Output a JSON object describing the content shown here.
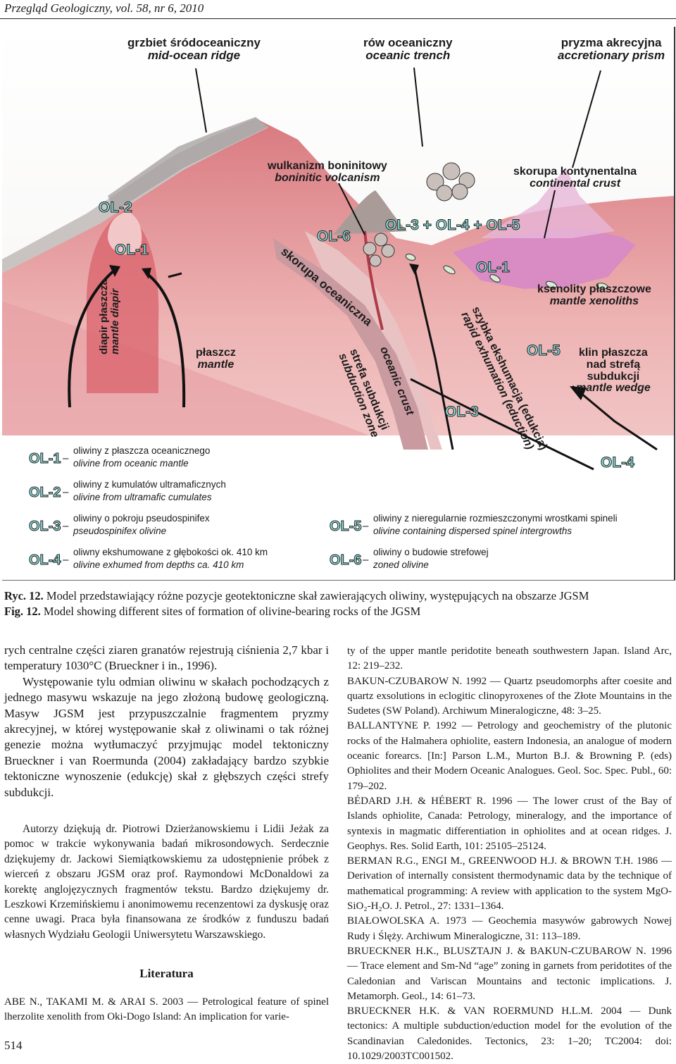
{
  "running_head": "Przegląd Geologiczny, vol. 58, nr 6, 2010",
  "figure": {
    "labels": {
      "ridge_pl": "grzbiet śródoceaniczny",
      "ridge_en": "mid-ocean ridge",
      "trench_pl": "rów oceaniczny",
      "trench_en": "oceanic trench",
      "prism_pl": "pryzma akrecyjna",
      "prism_en": "accretionary prism",
      "volc_pl": "wulkanizm boninitowy",
      "volc_en": "boninitic volcanism",
      "cont_pl": "skorupa kontynentalna",
      "cont_en": "continental crust",
      "diapir_pl": "diapir płaszcza",
      "diapir_en": "mantle diapir",
      "mantle_pl": "płaszcz",
      "mantle_en": "mantle",
      "ocrust_pl": "skorupa oceaniczna",
      "ocrust_en": "oceanic crust",
      "subd_pl": "strefa subdukcji",
      "subd_en": "subduction zone",
      "exh_pl": "szybka ekshumacja (edukcja)",
      "exh_en": "rapid exhumation (eduction)",
      "xen_pl": "ksenolity płaszczowe",
      "xen_en": "mantle xenoliths",
      "wedge_pl1": "klin płaszcza",
      "wedge_pl2": "nad strefą",
      "wedge_pl3": "subdukcji",
      "wedge_en": "mantle wedge"
    },
    "tags": {
      "ol1": "OL-1",
      "ol2": "OL-2",
      "ol3": "OL-3",
      "ol4": "OL-4",
      "ol5": "OL-5",
      "ol6": "OL-6",
      "ol345": "OL-3 + OL-4 + OL-5"
    },
    "legend": [
      {
        "tag": "OL-1",
        "pl": "oliwiny z płaszcza oceanicznego",
        "en": "olivine from oceanic mantle"
      },
      {
        "tag": "OL-2",
        "pl": "oliwiny z kumulatów ultramaficznych",
        "en": "olivine from ultramafic cumulates"
      },
      {
        "tag": "OL-3",
        "pl": "oliwiny o pokroju pseudospinifex",
        "en": "pseudospinifex olivine"
      },
      {
        "tag": "OL-4",
        "pl": "oliwny ekshumowane z głębokości ok. 410 km",
        "en": "olivine exhumed from depths ca. 410 km"
      },
      {
        "tag": "OL-5",
        "pl": "oliwiny z nieregularnie rozmieszczonymi wrostkami spineli",
        "en": "olivine containing dispersed spinel intergrowths"
      },
      {
        "tag": "OL-6",
        "pl": "oliwiny o budowie strefowej",
        "en": "zoned olivine"
      }
    ],
    "colors": {
      "mantle": "#e9a6a6",
      "mantle_deep": "#d9767a",
      "crust": "#c2c2c2",
      "continent": "#d98bc4",
      "tag_fill": "#8fe2df"
    }
  },
  "caption": {
    "ryc_label": "Ryc. 12.",
    "ryc_text": "Model przedstawiający różne pozycje geotektoniczne skał zawierających oliwiny, występujących na obszarze JGSM",
    "fig_label": "Fig. 12.",
    "fig_text": "Model showing different sites of formation of olivine-bearing rocks of the JGSM"
  },
  "body": {
    "p1": "rych centralne części ziaren granatów rejestrują ciśnienia 2,7 kbar i temperatury 1030°C (Brueckner i in., 1996).",
    "p2": "Występowanie tylu odmian oliwinu w skałach pochodzących z jednego masywu wskazuje na jego złożoną budowę geologiczną. Masyw JGSM jest przypuszczalnie fragmentem pryzmy akrecyjnej, w której występowanie skał z oliwinami o tak różnej genezie można wytłumaczyć przyjmując model tektoniczny Brueckner i van Roermunda (2004) zakładający bardzo szybkie tektoniczne wynoszenie (edukcję) skał z głębszych części strefy subdukcji.",
    "ack": "Autorzy dziękują dr. Piotrowi Dzierżanowskiemu i Lidii Jeżak za pomoc w trakcie wykonywania badań mikrosondowych. Serdecznie dziękujemy dr. Jackowi Siemiątkowskiemu za udostępnienie próbek z wierceń z obszaru JGSM oraz prof. Raymondowi McDonaldowi za korektę anglojęzycznych fragmentów tekstu. Bardzo dziękujemy dr. Leszkowi Krzemińskiemu i anonimowemu recenzentowi za dyskusję oraz cenne uwagi. Praca była finansowana ze środków z funduszu badań własnych Wydziału Geologii Uniwersytetu Warszawskiego.",
    "lit_heading": "Literatura",
    "ref_abe": "ABE N., TAKAMI M. & ARAI S. 2003 — Petrological feature of spinel lherzolite xenolith from Oki-Dogo Island: An implication for varie-"
  },
  "refs_right": [
    "ty of the upper mantle peridotite beneath southwestern Japan. Island Arc, 12: 219–232.",
    "BAKUN-CZUBAROW N. 1992 — Quartz pseudomorphs after coesite and quartz exsolutions in eclogitic clinopyroxenes of the Złote Mountains in the Sudetes (SW Poland). Archiwum Mineralogiczne, 48: 3–25.",
    "BALLANTYNE P. 1992 — Petrology and geochemistry of the plutonic rocks of the Halmahera ophiolite, eastern Indonesia, an analogue of modern oceanic forearcs. [In:] Parson L.M., Murton B.J. & Browning P. (eds) Ophiolites and their Modern Oceanic Analogues. Geol. Soc. Spec. Publ., 60: 179–202.",
    "BÉDARD J.H. & HÉBERT R. 1996 — The lower crust of the Bay of Islands ophiolite, Canada: Petrology, mineralogy, and the importance of syntexis in magmatic differentiation in ophiolites and at ocean ridges. J. Geophys. Res. Solid Earth, 101: 25105–25124.",
    "BERMAN R.G., ENGI M., GREENWOOD H.J. & BROWN T.H. 1986 — Derivation of internally consistent thermodynamic data by the technique of mathematical programming: A review with application to the system MgO-SiO₂-H₂O. J. Petrol., 27: 1331–1364.",
    "BIAŁOWOLSKA A. 1973 — Geochemia masywów gabrowych Nowej Rudy i Ślęży. Archiwum Mineralogiczne, 31: 113–189.",
    "BRUECKNER H.K., BLUSZTAJN J. & BAKUN-CZUBAROW N. 1996 — Trace element and Sm-Nd “age” zoning in garnets from peridotites of the Caledonian and Variscan Mountains and tectonic implications. J. Metamorph. Geol., 14: 61–73.",
    "BRUECKNER H.K. & VAN ROERMUND H.L.M. 2004 — Dunk tectonics: A multiple subduction/eduction model for the evolution of the Scandinavian Caledonides. Tectonics, 23: 1–20; TC2004: doi: 10.1029/2003TC001502."
  ],
  "page_number": "514"
}
